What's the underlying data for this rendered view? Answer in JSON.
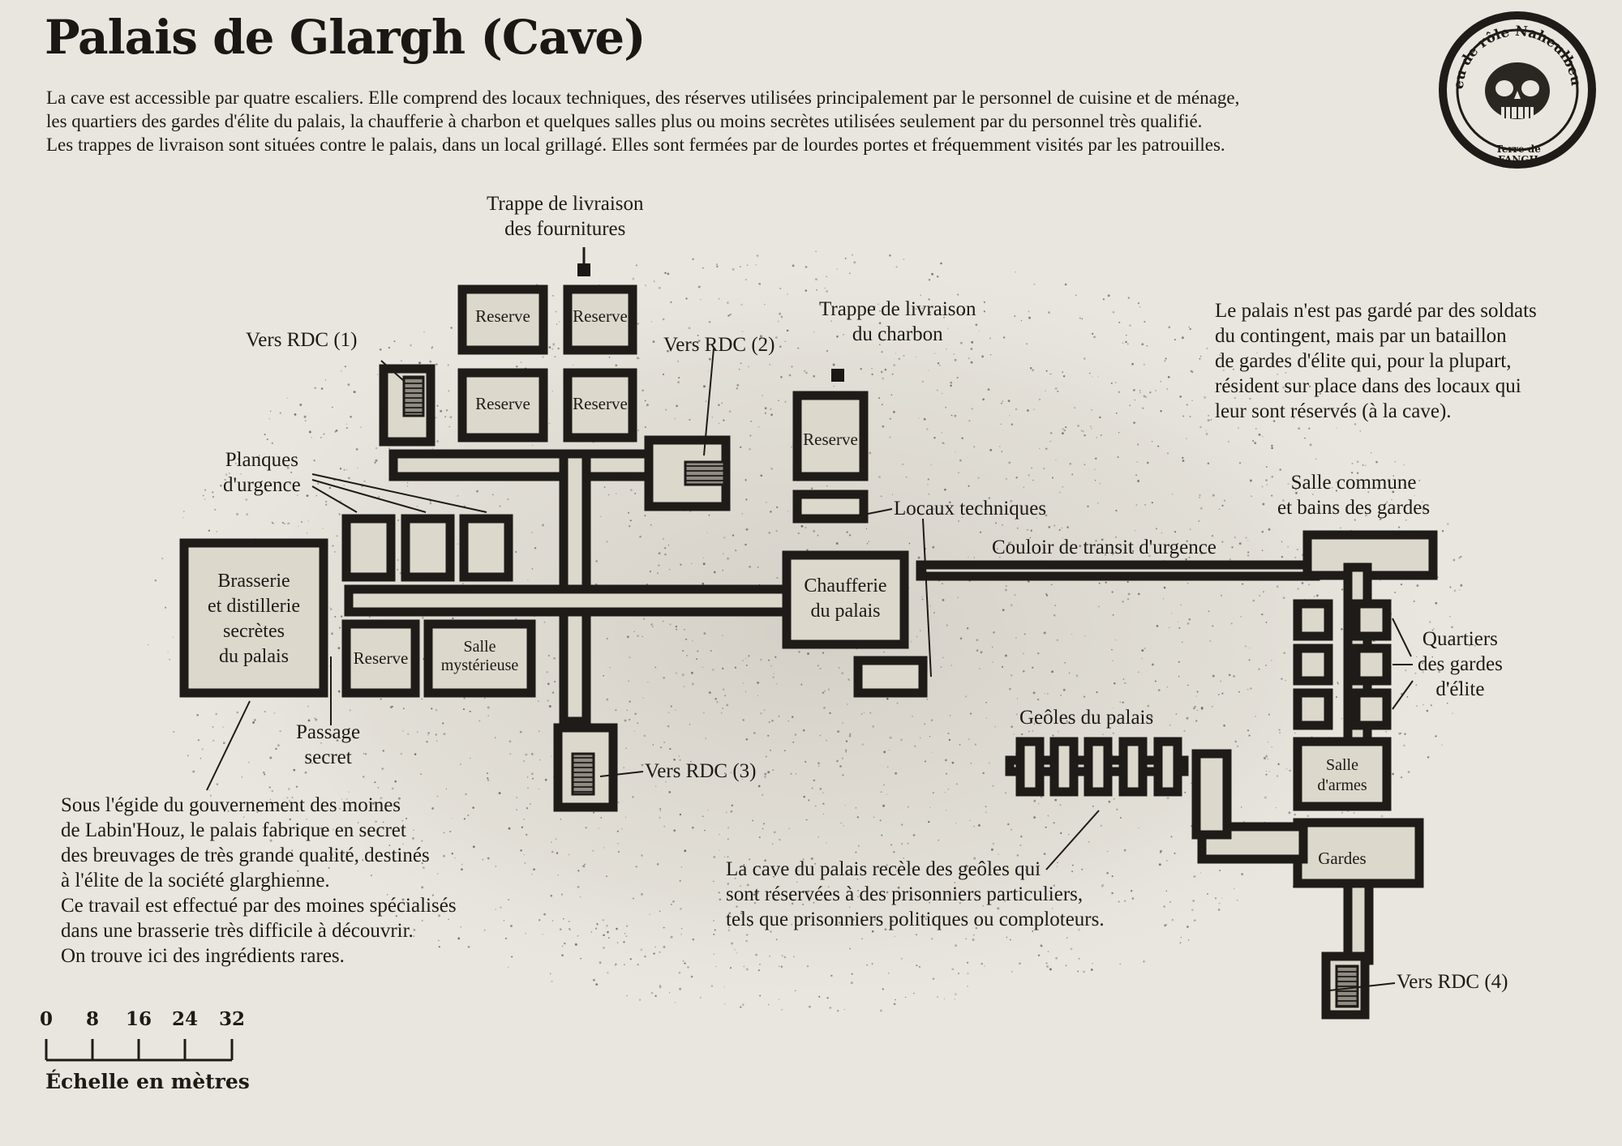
{
  "title": "Palais de Glargh (Cave)",
  "intro": [
    "La cave est accessible par quatre escaliers. Elle comprend des locaux techniques, des réserves utilisées principalement par le personnel de cuisine et de ménage,",
    "les quartiers des gardes d'élite du palais, la chaufferie à charbon et quelques salles plus ou moins secrètes utilisées seulement par du personnel très qualifié.",
    "Les trappes de livraison sont situées contre le palais, dans un local grillagé. Elles sont fermées par de lourdes portes et fréquemment visités par les patrouilles."
  ],
  "seal": {
    "top_text": "Jeu de rôle Naheulbeuk",
    "bottom_line1": "Terre de",
    "bottom_line2": "FANGH",
    "icon": "skull-icon"
  },
  "labels": {
    "trappe_fournitures": [
      "Trappe de livraison",
      "des fournitures"
    ],
    "trappe_charbon": [
      "Trappe de livraison",
      "du charbon"
    ],
    "vers_rdc_1": "Vers RDC (1)",
    "vers_rdc_2": "Vers RDC (2)",
    "vers_rdc_3": "Vers RDC (3)",
    "vers_rdc_4": "Vers RDC (4)",
    "planques": [
      "Planques",
      "d'urgence"
    ],
    "locaux": "Locaux techniques",
    "couloir": "Couloir de transit d'urgence",
    "salle_commune": [
      "Salle commune",
      "et bains des gardes"
    ],
    "quartiers": [
      "Quartiers",
      "des gardes",
      "d'élite"
    ],
    "geoles": "Geôles du palais",
    "passage": [
      "Passage",
      "secret"
    ]
  },
  "rooms": {
    "reserve": "Reserve",
    "brasserie": [
      "Brasserie",
      "et distillerie",
      "secrètes",
      "du palais"
    ],
    "salle_mysterieuse": [
      "Salle",
      "mystérieuse"
    ],
    "chaufferie": [
      "Chaufferie",
      "du palais"
    ],
    "salle_armes": [
      "Salle",
      "d'armes"
    ],
    "gardes": "Gardes"
  },
  "notes": {
    "garde": [
      "Le palais n'est pas gardé par des soldats",
      "du contingent, mais par un bataillon",
      "de gardes d'élite qui, pour la plupart,",
      "résident sur place dans des locaux qui",
      "leur sont réservés (à la cave)."
    ],
    "moines": [
      "Sous l'égide du gouvernement des moines",
      "de Labin'Houz, le palais fabrique en secret",
      "des breuvages de très grande qualité, destinés",
      "à l'élite de la société glarghienne.",
      "Ce travail est effectué par des moines spécialisés",
      "dans une brasserie très difficile à découvrir.",
      "On trouve ici des ingrédients rares."
    ],
    "geoles": [
      "La cave du palais recèle des geôles qui",
      "sont réservées à des prisonniers particuliers,",
      "tels que prisonniers politiques ou comploteurs."
    ]
  },
  "scale": {
    "ticks": [
      "0",
      "8",
      "16",
      "24",
      "32"
    ],
    "label": "Échelle en mètres"
  },
  "colors": {
    "paper": "#e9e6df",
    "floor": "#ddd8cc",
    "wall": "#1e1b18",
    "stipple": "#4a4540"
  }
}
